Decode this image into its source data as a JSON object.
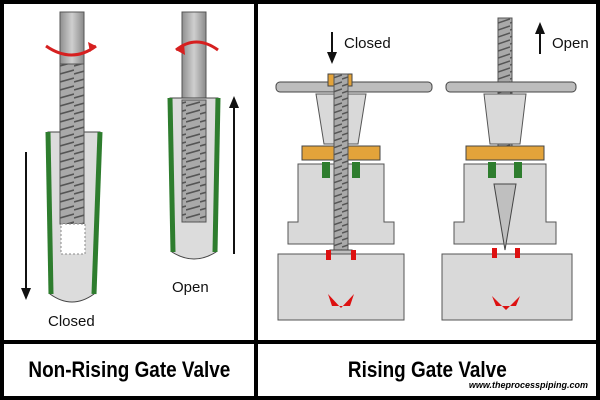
{
  "left": {
    "caption": "Non-Rising Gate Valve",
    "closed_label": "Closed",
    "open_label": "Open"
  },
  "right": {
    "caption": "Rising Gate Valve",
    "closed_label": "Closed",
    "open_label": "Open"
  },
  "website": "www.theprocesspiping.com",
  "colors": {
    "stem": "#b5b5b5",
    "gate_green": "#2e7d2e",
    "gland_orange": "#e3a33a",
    "seat_red": "#d11",
    "rotation_arrow": "#d62020",
    "body_gray": "#d9d9d9"
  }
}
